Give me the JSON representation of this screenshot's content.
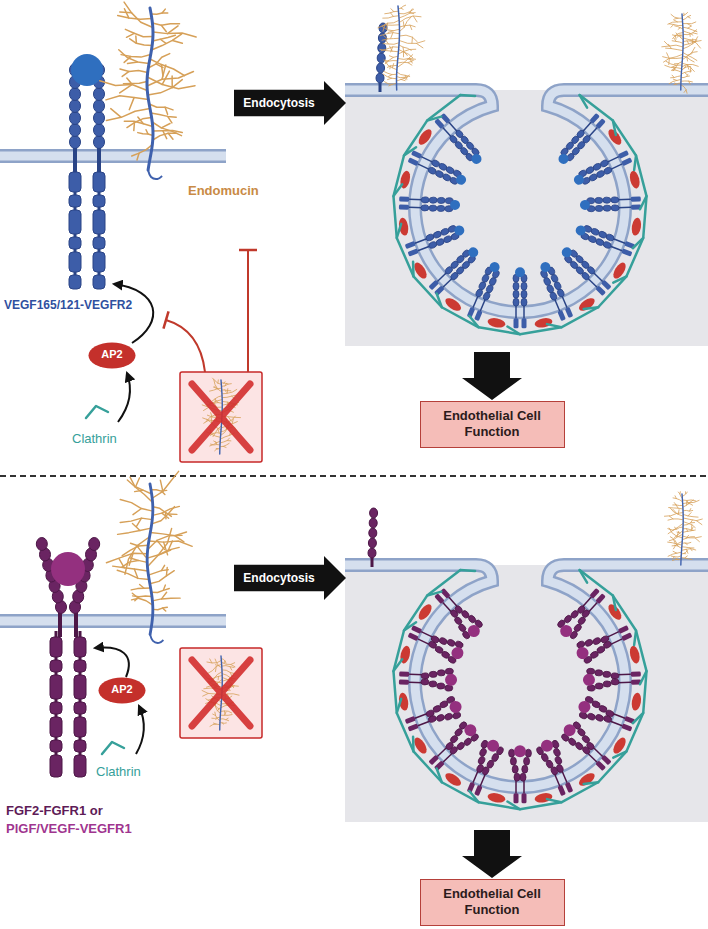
{
  "diagram": {
    "nodes": [
      {
        "text": [
          "Endocytosis"
        ]
      },
      {
        "text": [
          "AP2"
        ]
      },
      {
        "text": [
          "Endothelial Cell Function"
        ]
      },
      {
        "text": [
          "Endocytosis"
        ]
      },
      {
        "text": [
          "AP2"
        ]
      },
      {
        "text": [
          "Endothelial Cell Function"
        ]
      }
    ],
    "labels": [
      "Endomucin",
      "VEGF165/121-VEGFR2",
      "Clathrin",
      "Clathrin",
      "FGF2-FGFR1 or",
      "PlGF/VEGF-VEGFR1"
    ]
  }
}
